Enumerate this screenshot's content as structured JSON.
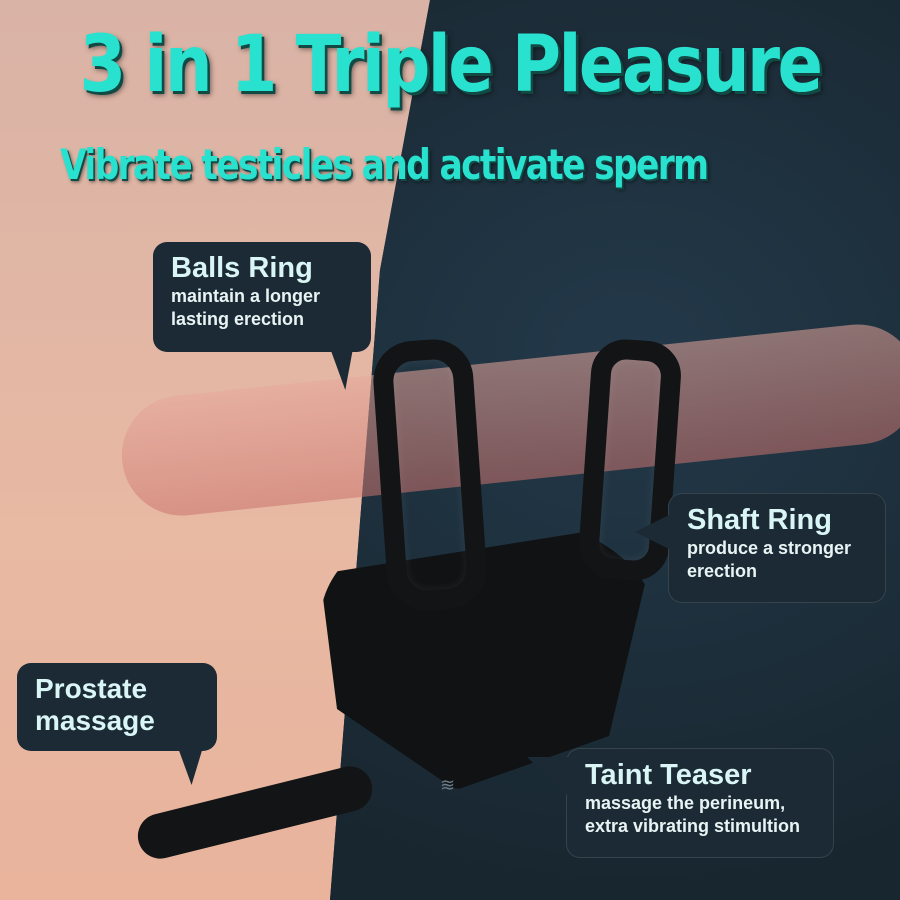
{
  "header": {
    "title": "3 in 1 Triple Pleasure",
    "subtitle": "Vibrate testicles and activate sperm"
  },
  "callouts": [
    {
      "heading": "Balls Ring",
      "description": "maintain a longer lasting erection"
    },
    {
      "heading": "Shaft Ring",
      "description": "produce a stronger erection"
    },
    {
      "heading": "Prostate massage",
      "description": ""
    },
    {
      "heading": "Taint Teaser",
      "description": "massage the perineum, extra vibrating stimultion"
    }
  ],
  "icons": {
    "vibration": "≋"
  },
  "colors": {
    "title_accent": "#28e2cf",
    "callout_bg": "#1b2a35",
    "dark_bg": "#1b2b36",
    "light_bg": "#e8b9a3",
    "product": "#121416"
  }
}
